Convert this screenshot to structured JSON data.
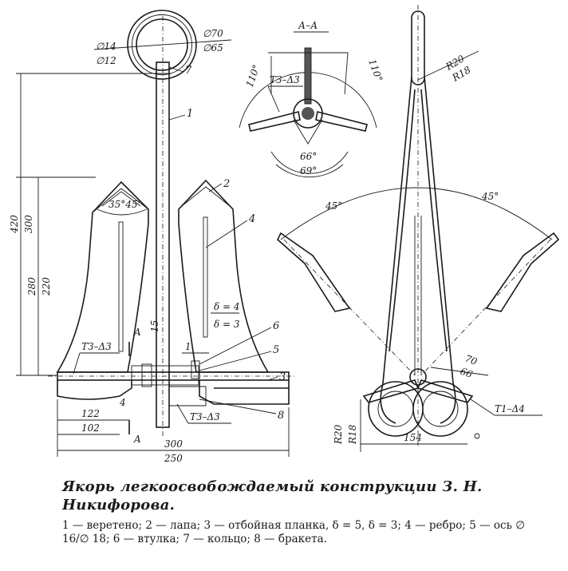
{
  "caption": {
    "title": "Якорь легкоосвобождаемый конструкции З. Н. Никифорова.",
    "legend": "1 — веретено; 2 — лапа; 3 — отбойная планка, δ = 5, δ = 3; 4 — ребро; 5 — ось ∅ 16/∅ 18; 6 — втулка; 7 — кольцо; 8 — бракета."
  },
  "front_view": {
    "dims": {
      "ring_inner_outer_top": "∅14",
      "ring_inner_outer_bottom": "∅12",
      "ring_outer_top": "∅70",
      "ring_outer_bottom": "∅65",
      "height_total_a": "420",
      "height_total_b": "300",
      "height_fluke_a": "280",
      "height_fluke_b": "220",
      "angle": "35°45'",
      "rib_thickness_a": "δ = 4",
      "rib_thickness_b": "δ = 3",
      "dim_15": "15",
      "dim_1": "1",
      "width_left_a": "122",
      "width_left_b": "102",
      "dim_4": "4",
      "width_total_a": "300",
      "width_total_b": "250",
      "weld_left": "ТЗ–Δ3",
      "weld_bottom": "ТЗ–Δ3",
      "section_mark_top": "A",
      "section_mark_bottom": "A"
    },
    "callouts": [
      "1",
      "2",
      "3",
      "4",
      "5",
      "6",
      "7",
      "8"
    ]
  },
  "section_view": {
    "title": "А–А",
    "weld": "ТЗ–Δ3",
    "angle_left": "110°",
    "angle_right": "110°",
    "angle_inner": "66°",
    "angle_outer": "69°"
  },
  "side_view": {
    "radius_top_a": "R20",
    "radius_top_b": "R18",
    "angle_left": "45°",
    "angle_right": "45°",
    "dim_70": "70",
    "dim_66": "66",
    "weld": "Т1–Δ4",
    "radius_bottom_a": "R20",
    "radius_bottom_b": "R18",
    "dim_154": "154"
  }
}
